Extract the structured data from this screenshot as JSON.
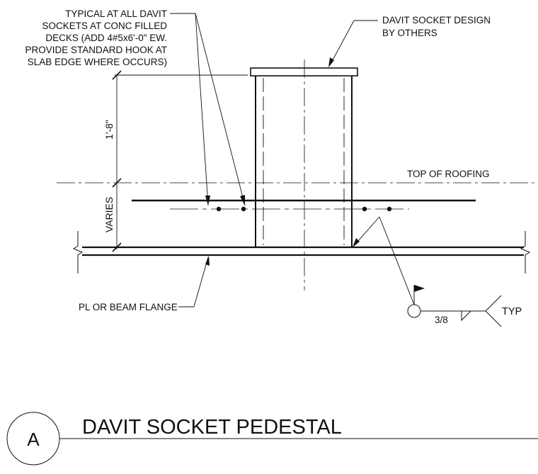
{
  "notes": {
    "typical_davit": [
      "TYPICAL AT ALL DAVIT",
      "SOCKETS AT CONC FILLED",
      "DECKS (ADD 4#5x6'-0\" EW.",
      "PROVIDE STANDARD HOOK AT",
      "SLAB EDGE WHERE OCCURS)"
    ],
    "davit_socket_design": [
      "DAVIT SOCKET DESIGN",
      "BY OTHERS"
    ],
    "top_of_roofing": "TOP OF ROOFING",
    "pl_or_beam_flange": "PL OR BEAM FLANGE"
  },
  "dimensions": {
    "upper": "1'-8\"",
    "lower": "VARIES"
  },
  "weld": {
    "size": "3/8",
    "tail_note": "TYP"
  },
  "title_block": {
    "detail_letter": "A",
    "title": "DAVIT SOCKET PEDESTAL"
  }
}
